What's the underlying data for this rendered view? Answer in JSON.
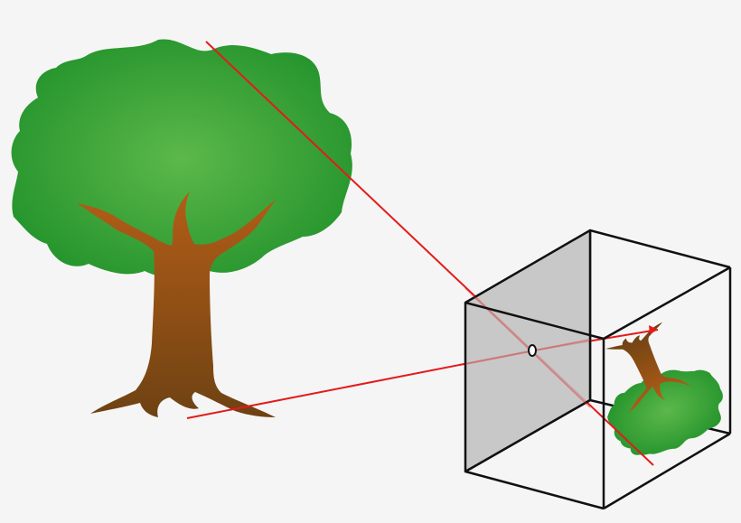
{
  "colors": {
    "background": "#f5f5f5",
    "foliage_light": "#5cb84a",
    "foliage_dark": "#22922b",
    "trunk_light": "#b35d17",
    "trunk_dark": "#6e4213",
    "ray": "#e31b1b",
    "box_edge": "#111111",
    "back_panel": "#c0c0c0"
  },
  "elements": {
    "object": "tree",
    "camera": "pinhole-box",
    "projected_image": "inverted-tree",
    "rays": 2
  }
}
